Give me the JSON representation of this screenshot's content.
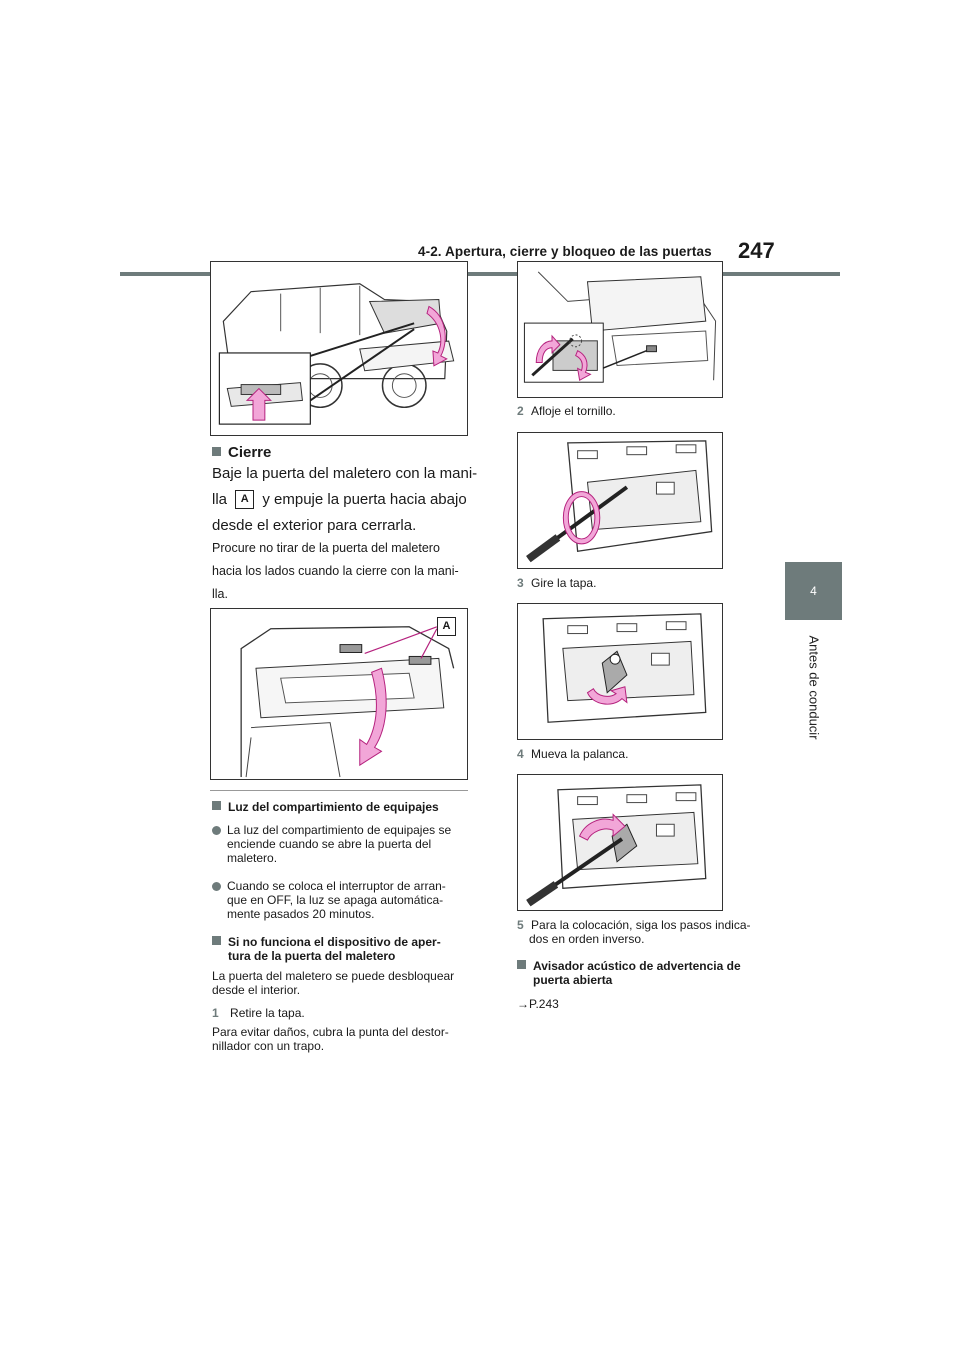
{
  "header": {
    "section_title": "4-2. Apertura, cierre y bloqueo de las puertas",
    "page_number": "247"
  },
  "side_tab": {
    "chapter_number": "4",
    "chapter_title": "Antes de conducir"
  },
  "left_column": {
    "cierre": {
      "heading": "Cierre",
      "body_part1": "Baje la puerta del maletero con la mani-",
      "body_line2_a": "lla",
      "badge": "A",
      "body_line2_b": "y empuje la puerta hacia abajo",
      "body_line3": "desde el exterior para cerrarla.",
      "note_l1": "Procure no tirar de la puerta del maletero",
      "note_l2": "hacia los lados cuando la cierre con la mani-",
      "note_l3": "lla."
    },
    "figure2_label": "A",
    "luz": {
      "heading": "Luz del compartimiento de equipajes",
      "bullet1_l1": "La luz del compartimiento de equipajes se",
      "bullet1_l2": "enciende cuando se abre la puerta del",
      "bullet1_l3": "maletero.",
      "bullet2_l1": "Cuando se coloca el interruptor de arran-",
      "bullet2_l2": "que en OFF, la luz se apaga automática-",
      "bullet2_l3": "mente pasados 20 minutos."
    },
    "si_no": {
      "heading_l1": "Si no funciona el dispositivo de aper-",
      "heading_l2": "tura de la puerta del maletero",
      "body_l1": "La puerta del maletero se puede desbloquear",
      "body_l2": "desde el interior.",
      "step1_num": "1",
      "step1_text": "Retire la tapa.",
      "step1_note_l1": "Para evitar daños, cubra la punta del destor-",
      "step1_note_l2": "nillador con un trapo."
    }
  },
  "right_column": {
    "step2_num": "2",
    "step2_text": "Afloje el tornillo.",
    "step3_num": "3",
    "step3_text": "Gire la tapa.",
    "step4_num": "4",
    "step4_text": "Mueva la palanca.",
    "step5_num": "5",
    "step5_l1": "Para la colocación, siga los pasos indica-",
    "step5_l2": "dos en orden inverso.",
    "avisador_heading_l1": "Avisador acústico de advertencia de",
    "avisador_heading_l2": "puerta abierta",
    "avisador_ref": "→P.243"
  },
  "colors": {
    "accent": "#6e7b7b",
    "arrow_fill": "#f2a6d8",
    "arrow_stroke": "#b5227e"
  }
}
